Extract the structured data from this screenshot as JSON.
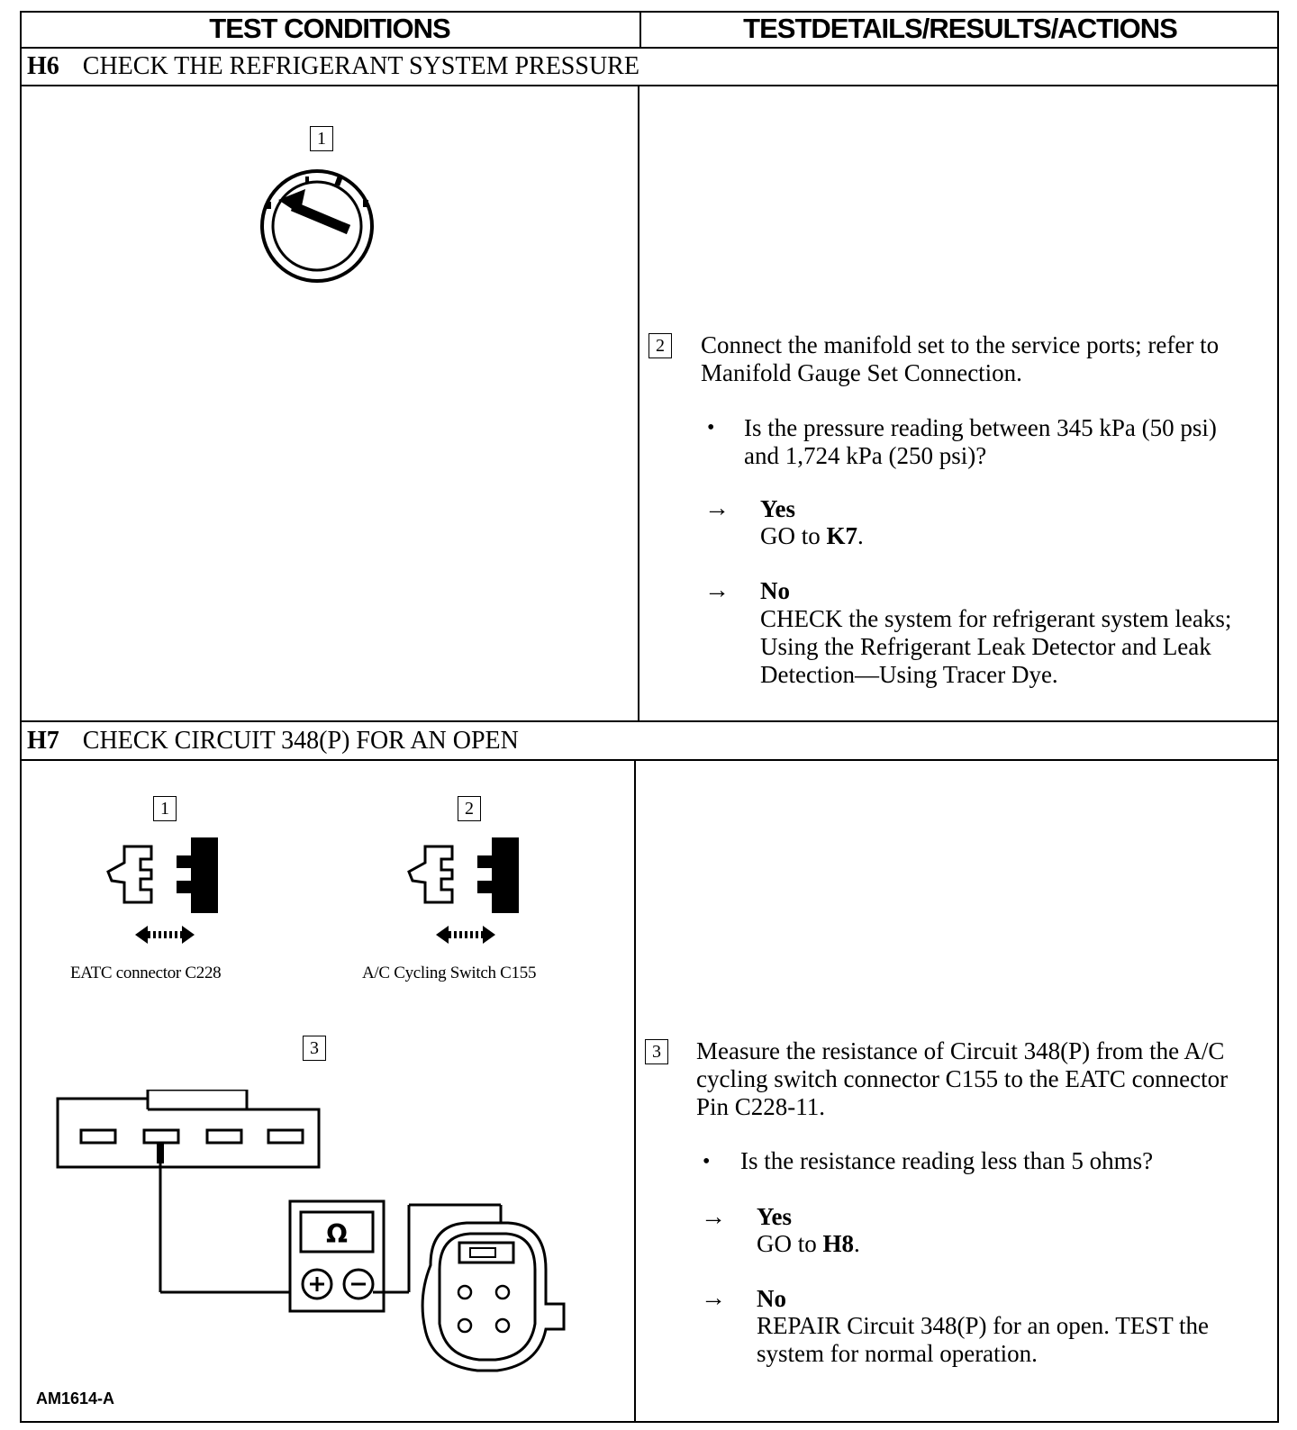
{
  "header": {
    "col_left": "TEST CONDITIONS",
    "col_right": "TESTDETAILS/RESULTS/ACTIONS"
  },
  "h6": {
    "id": "H6",
    "title": "CHECK THE REFRIGERANT SYSTEM PRESSURE",
    "fig_step": "1",
    "step": "2",
    "instruction": "Connect the manifold set to the service ports; refer to Manifold Gauge Set Connection.",
    "question": "Is the pressure reading between 345 kPa (50 psi) and 1,724 kPa (250 psi)?",
    "yes_label": "Yes",
    "yes_text": "GO to",
    "yes_target": "K7",
    "no_label": "No",
    "no_text": "CHECK the system for refrigerant system leaks; Using the Refrigerant Leak Detector and Leak Detection—Using Tracer Dye."
  },
  "h7": {
    "id": "H7",
    "title": "CHECK CIRCUIT 348(P) FOR AN OPEN",
    "fig_step1": "1",
    "fig_step2": "2",
    "fig_step3": "3",
    "caption1": "EATC connector C228",
    "caption2": "A/C Cycling Switch C155",
    "meter_symbol": "Ω",
    "figure_id": "AM1614-A",
    "step": "3",
    "instruction": "Measure the resistance of Circuit 348(P) from the A/C cycling switch connector C155 to the EATC connector Pin C228-11.",
    "question": "Is the resistance reading less than 5 ohms?",
    "yes_label": "Yes",
    "yes_text": "GO to",
    "yes_target": "H8",
    "no_label": "No",
    "no_text": "REPAIR Circuit 348(P) for an open. TEST the system for normal operation."
  }
}
